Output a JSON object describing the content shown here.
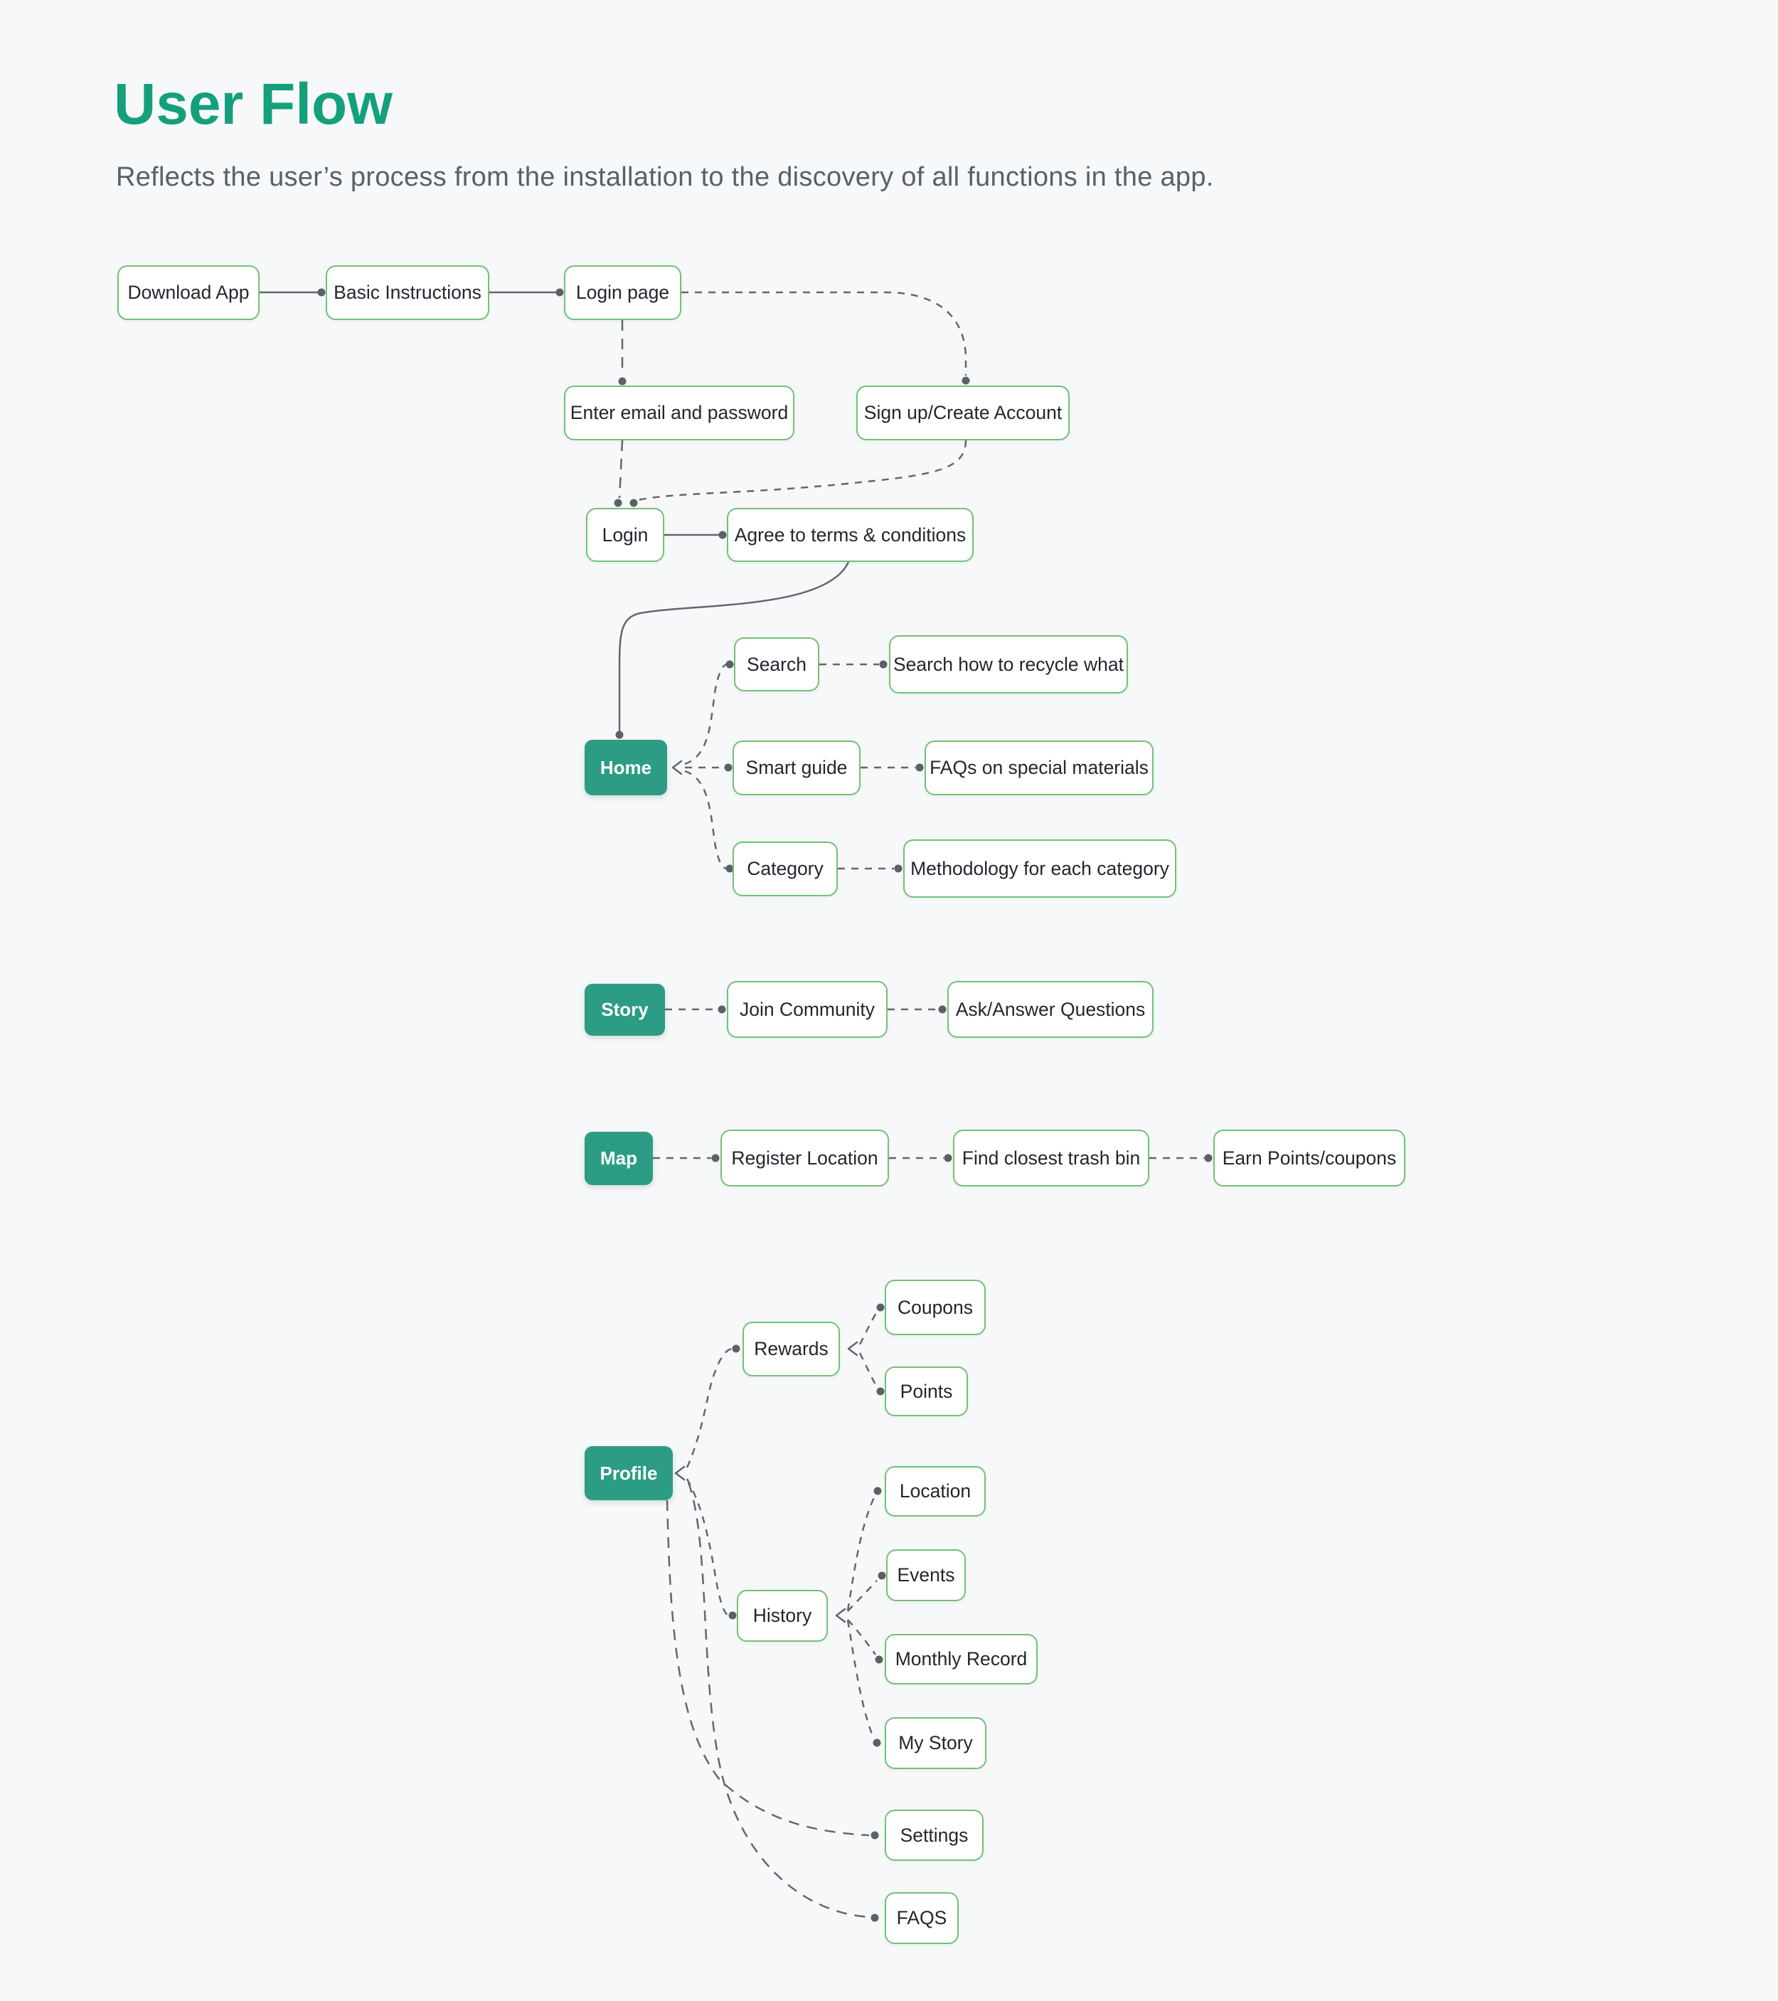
{
  "page": {
    "title": "User Flow",
    "subtitle": "Reflects the user’s process from the installation to the discovery of all functions in the app.",
    "colors": {
      "title_accent": "#14a07c",
      "node_fill": "#2d9c85",
      "node_border": "#72c178",
      "connector": "#63676c",
      "background": "#f7f8f9"
    }
  },
  "nodes": {
    "download_app": {
      "label": "Download App"
    },
    "basic_instructions": {
      "label": "Basic Instructions"
    },
    "login_page": {
      "label": "Login page"
    },
    "enter_email": {
      "label": "Enter email and password"
    },
    "signup": {
      "label": "Sign up/Create Account"
    },
    "login": {
      "label": "Login"
    },
    "agree_terms": {
      "label": "Agree to terms & conditions"
    },
    "home": {
      "label": "Home"
    },
    "search": {
      "label": "Search"
    },
    "search_how": {
      "label": "Search how to recycle what"
    },
    "smart_guide": {
      "label": "Smart guide"
    },
    "faqs_special": {
      "label": "FAQs on special materials"
    },
    "category": {
      "label": "Category"
    },
    "methodology": {
      "label": "Methodology for each category"
    },
    "story": {
      "label": "Story"
    },
    "join_community": {
      "label": "Join Community"
    },
    "ask_answer": {
      "label": "Ask/Answer Questions"
    },
    "map": {
      "label": "Map"
    },
    "register_location": {
      "label": "Register Location"
    },
    "find_trash": {
      "label": "Find closest trash bin"
    },
    "earn_points": {
      "label": "Earn Points/coupons"
    },
    "rewards": {
      "label": "Rewards"
    },
    "coupons": {
      "label": "Coupons"
    },
    "points": {
      "label": "Points"
    },
    "profile": {
      "label": "Profile"
    },
    "location": {
      "label": "Location"
    },
    "events": {
      "label": "Events"
    },
    "history": {
      "label": "History"
    },
    "monthly_record": {
      "label": "Monthly Record"
    },
    "my_story": {
      "label": "My Story"
    },
    "settings": {
      "label": "Settings"
    },
    "faqs": {
      "label": "FAQS"
    }
  },
  "edges": [
    {
      "from": "download_app",
      "to": "basic_instructions",
      "style": "solid"
    },
    {
      "from": "basic_instructions",
      "to": "login_page",
      "style": "solid"
    },
    {
      "from": "login_page",
      "to": "signup",
      "style": "dashed"
    },
    {
      "from": "login_page",
      "to": "enter_email",
      "style": "dashed"
    },
    {
      "from": "enter_email",
      "to": "login",
      "style": "dashed"
    },
    {
      "from": "signup",
      "to": "login",
      "style": "dashed"
    },
    {
      "from": "login",
      "to": "agree_terms",
      "style": "solid"
    },
    {
      "from": "agree_terms",
      "to": "home",
      "style": "solid"
    },
    {
      "from": "home",
      "to": "search",
      "style": "dashed"
    },
    {
      "from": "home",
      "to": "smart_guide",
      "style": "dashed"
    },
    {
      "from": "home",
      "to": "category",
      "style": "dashed"
    },
    {
      "from": "search",
      "to": "search_how",
      "style": "dashed"
    },
    {
      "from": "smart_guide",
      "to": "faqs_special",
      "style": "dashed"
    },
    {
      "from": "category",
      "to": "methodology",
      "style": "dashed"
    },
    {
      "from": "story",
      "to": "join_community",
      "style": "dashed"
    },
    {
      "from": "join_community",
      "to": "ask_answer",
      "style": "dashed"
    },
    {
      "from": "map",
      "to": "register_location",
      "style": "dashed"
    },
    {
      "from": "register_location",
      "to": "find_trash",
      "style": "dashed"
    },
    {
      "from": "find_trash",
      "to": "earn_points",
      "style": "dashed"
    },
    {
      "from": "profile",
      "to": "rewards",
      "style": "dashed"
    },
    {
      "from": "rewards",
      "to": "coupons",
      "style": "dashed"
    },
    {
      "from": "rewards",
      "to": "points",
      "style": "dashed"
    },
    {
      "from": "profile",
      "to": "history",
      "style": "dashed"
    },
    {
      "from": "history",
      "to": "location",
      "style": "dashed"
    },
    {
      "from": "history",
      "to": "events",
      "style": "dashed"
    },
    {
      "from": "history",
      "to": "monthly_record",
      "style": "dashed"
    },
    {
      "from": "history",
      "to": "my_story",
      "style": "dashed"
    },
    {
      "from": "profile",
      "to": "settings",
      "style": "dashed"
    },
    {
      "from": "profile",
      "to": "faqs",
      "style": "dashed"
    }
  ]
}
